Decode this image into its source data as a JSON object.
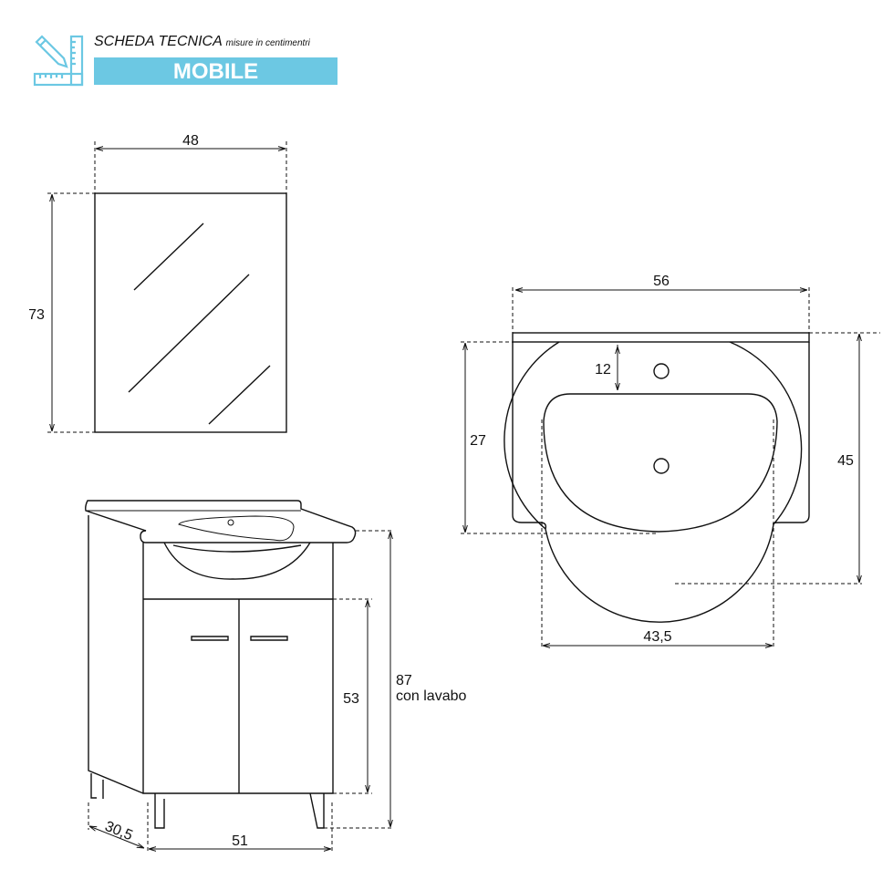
{
  "header": {
    "title": "SCHEDA TECNICA",
    "subtitle": "misure in centimentri",
    "product": "MOBILE",
    "accent_color": "#6cc8e3",
    "icon": "ruler-pencil-icon"
  },
  "mirror": {
    "width_label": "48",
    "height_label": "73"
  },
  "basin_top_view": {
    "width_label": "56",
    "hole_distance_label": "12",
    "basin_depth_label": "27",
    "total_depth_label": "45",
    "bowl_width_label": "43,5"
  },
  "cabinet": {
    "door_height_label": "53",
    "total_height_label": "87",
    "total_height_note": "con lavabo",
    "width_label": "51",
    "depth_label": "30,5"
  }
}
